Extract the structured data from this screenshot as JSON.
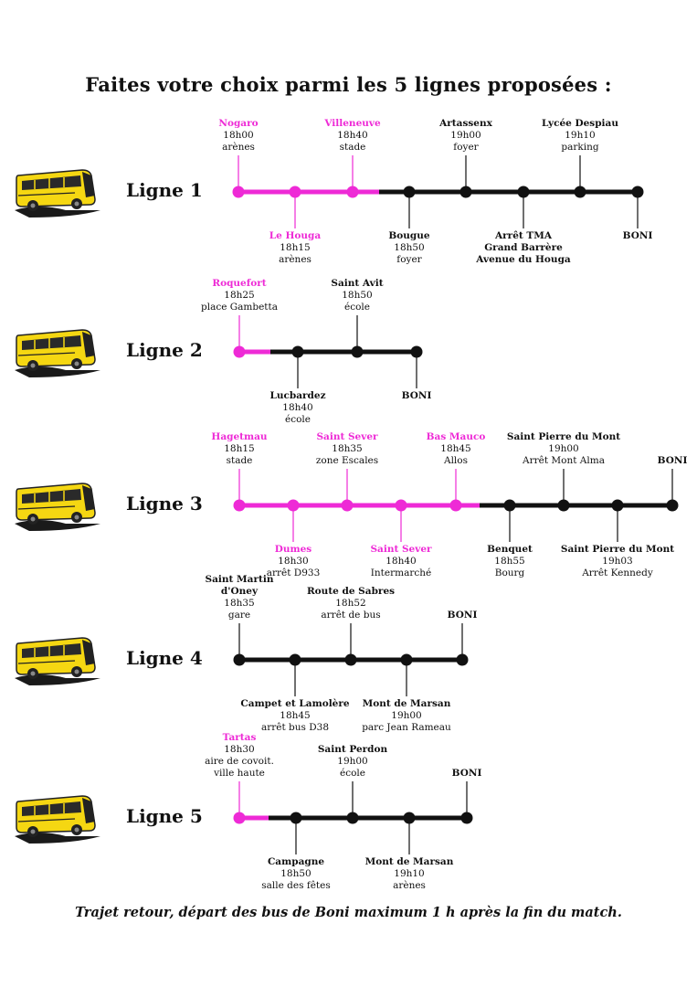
{
  "title": "Faites votre choix parmi les 5 lignes proposées :",
  "footer": "Trajet retour, départ des bus de Boni maximum 1 h après la fin du match.",
  "colors": {
    "pink": "#ee2ad6",
    "black": "#111111",
    "bus_yellow": "#f5d712"
  },
  "icons": {
    "bus": "bus-icon"
  },
  "lines": [
    {
      "label": "Ligne 1",
      "stops": [
        {
          "name": "Nogaro",
          "lines": [
            "18h00",
            "arènes"
          ],
          "pink": true,
          "pos": "above"
        },
        {
          "name": "Le Houga",
          "lines": [
            "18h15",
            "arènes"
          ],
          "pink": true,
          "pos": "below"
        },
        {
          "name": "Villeneuve",
          "lines": [
            "18h40",
            "stade"
          ],
          "pink": true,
          "pos": "above"
        },
        {
          "name": "Bougue",
          "lines": [
            "18h50",
            "foyer"
          ],
          "pink": false,
          "pos": "below"
        },
        {
          "name": "Artassenx",
          "lines": [
            "19h00",
            "foyer"
          ],
          "pink": false,
          "pos": "above"
        },
        {
          "name": "Arrêt TMA",
          "lines": [
            "Grand Barrère",
            "Avenue du Houga"
          ],
          "pink": false,
          "pos": "below",
          "bold_lines": true
        },
        {
          "name": "Lycée Despiau",
          "lines": [
            "19h10",
            "parking"
          ],
          "pink": false,
          "pos": "above"
        },
        {
          "name": "BONI",
          "lines": [],
          "pink": false,
          "pos": "below"
        }
      ]
    },
    {
      "label": "Ligne 2",
      "stops": [
        {
          "name": "Roquefort",
          "lines": [
            "18h25",
            "place Gambetta"
          ],
          "pink": true,
          "pos": "above"
        },
        {
          "name": "Lucbardez",
          "lines": [
            "18h40",
            "école"
          ],
          "pink": false,
          "pos": "below"
        },
        {
          "name": "Saint Avit",
          "lines": [
            "18h50",
            "école"
          ],
          "pink": false,
          "pos": "above"
        },
        {
          "name": "BONI",
          "lines": [],
          "pink": false,
          "pos": "below"
        }
      ]
    },
    {
      "label": "Ligne 3",
      "stops": [
        {
          "name": "Hagetmau",
          "lines": [
            "18h15",
            "stade"
          ],
          "pink": true,
          "pos": "above"
        },
        {
          "name": "Dumes",
          "lines": [
            "18h30",
            "arrêt D933"
          ],
          "pink": true,
          "pos": "below"
        },
        {
          "name": "Saint Sever",
          "lines": [
            "18h35",
            "zone Escales"
          ],
          "pink": true,
          "pos": "above"
        },
        {
          "name": "Saint Sever",
          "lines": [
            "18h40",
            "Intermarché"
          ],
          "pink": true,
          "pos": "below"
        },
        {
          "name": "Bas Mauco",
          "lines": [
            "18h45",
            "Allos"
          ],
          "pink": true,
          "pos": "above"
        },
        {
          "name": "Benquet",
          "lines": [
            "18h55",
            "Bourg"
          ],
          "pink": false,
          "pos": "below"
        },
        {
          "name": "Saint Pierre du Mont",
          "lines": [
            "19h00",
            "Arrêt Mont Alma"
          ],
          "pink": false,
          "pos": "above"
        },
        {
          "name": "Saint Pierre du Mont",
          "lines": [
            "19h03",
            "Arrêt Kennedy"
          ],
          "pink": false,
          "pos": "below"
        },
        {
          "name": "BONI",
          "lines": [],
          "pink": false,
          "pos": "above"
        }
      ]
    },
    {
      "label": "Ligne 4",
      "stops": [
        {
          "name": "Saint Martin",
          "lines": [
            "d'Oney",
            "18h35",
            "gare"
          ],
          "pink": false,
          "pos": "above",
          "bold_first": true
        },
        {
          "name": "Campet et Lamolère",
          "lines": [
            "18h45",
            "arrêt bus D38"
          ],
          "pink": false,
          "pos": "below"
        },
        {
          "name": "Route de Sabres",
          "lines": [
            "18h52",
            "arrêt de bus"
          ],
          "pink": false,
          "pos": "above"
        },
        {
          "name": "Mont de Marsan",
          "lines": [
            "19h00",
            "parc Jean Rameau"
          ],
          "pink": false,
          "pos": "below"
        },
        {
          "name": "BONI",
          "lines": [],
          "pink": false,
          "pos": "above"
        }
      ]
    },
    {
      "label": "Ligne 5",
      "stops": [
        {
          "name": "Tartas",
          "lines": [
            "18h30",
            "aire de covoit.",
            "ville haute"
          ],
          "pink": true,
          "pos": "above"
        },
        {
          "name": "Campagne",
          "lines": [
            "18h50",
            "salle des fêtes"
          ],
          "pink": false,
          "pos": "below"
        },
        {
          "name": "Saint Perdon",
          "lines": [
            "19h00",
            "école"
          ],
          "pink": false,
          "pos": "above"
        },
        {
          "name": "Mont de Marsan",
          "lines": [
            "19h10",
            "arènes"
          ],
          "pink": false,
          "pos": "below"
        },
        {
          "name": "BONI",
          "lines": [],
          "pink": false,
          "pos": "above"
        }
      ]
    }
  ]
}
